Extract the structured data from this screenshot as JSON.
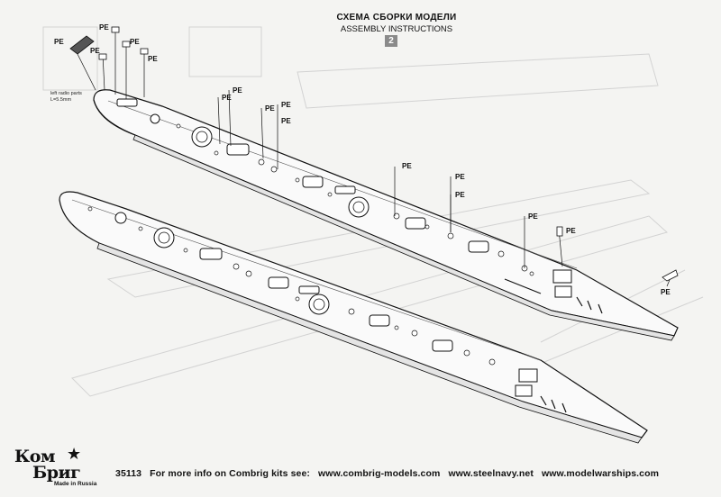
{
  "header": {
    "title_ru": "СХЕМА СБОРКИ МОДЕЛИ",
    "title_en": "ASSEMBLY INSTRUCTIONS",
    "step_number": "2"
  },
  "callouts": {
    "pe_label": "PE",
    "note": "left radio parts L=5.5mm"
  },
  "logo": {
    "top": "Ком",
    "bottom": "Бриг",
    "tagline": "Made in Russia",
    "star": "★"
  },
  "footer": {
    "kit_number": "35113",
    "info_text": "For more info on Combrig kits see:",
    "url_1": "www.combrig-models.com",
    "url_2": "www.steelnavy.net",
    "url_3": "www.modelwarships.com"
  },
  "colors": {
    "paper": "#f4f4f2",
    "ink": "#111111",
    "faint_ink": "#c9c9c9"
  }
}
